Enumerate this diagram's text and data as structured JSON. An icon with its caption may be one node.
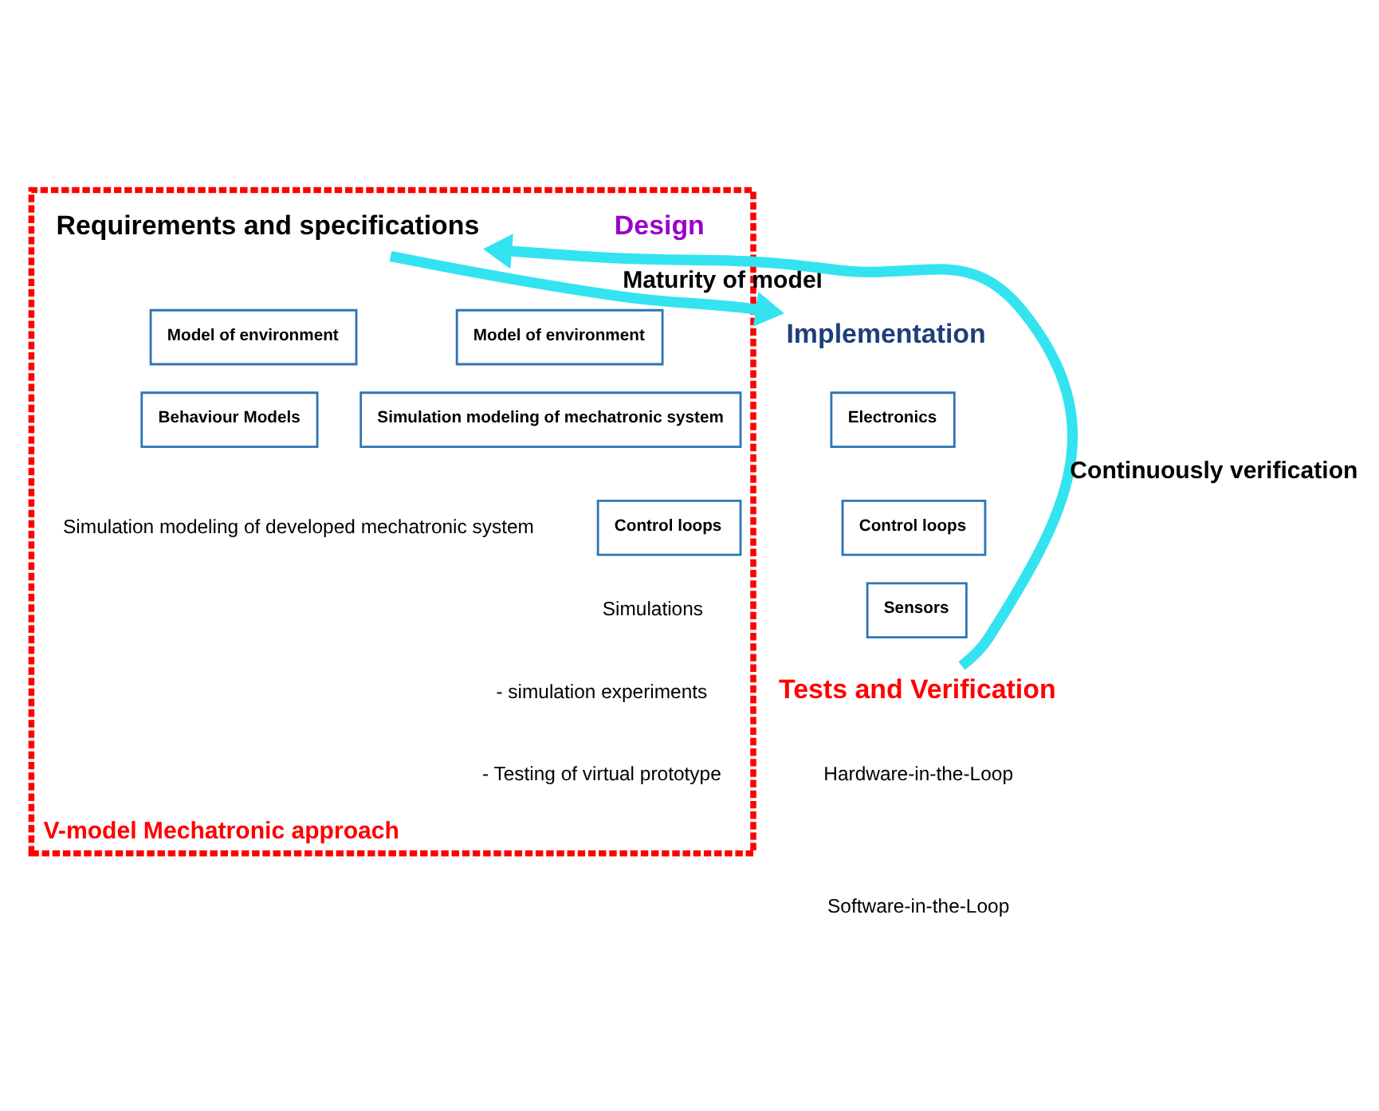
{
  "diagram": {
    "nodes": [
      {
        "text": [
          "V-model Mechatronic approach"
        ]
      },
      {
        "text": [
          "Requirements and specifications"
        ],
        "in": 0
      },
      {
        "text": [
          "Model of environment"
        ],
        "in": 0
      },
      {
        "text": [
          "Behaviour Models"
        ],
        "in": 0
      },
      {
        "text": [
          "Model of environment"
        ],
        "in": 0
      },
      {
        "text": [
          "Simulation modeling of mechatronic system"
        ],
        "in": 0
      },
      {
        "text": [
          "Control loops"
        ],
        "in": 0
      },
      {
        "text": [
          "Implementation"
        ]
      },
      {
        "text": [
          "Electronics"
        ]
      },
      {
        "text": [
          "Control loops"
        ]
      },
      {
        "text": [
          "Sensors"
        ]
      },
      {
        "text": [
          "Tests and Verification"
        ]
      }
    ],
    "edges": [
      {
        "from": 1,
        "to": 7,
        "arrow": "to",
        "label": "Maturity of model",
        "color": "#33e3f0"
      },
      {
        "from": 11,
        "to": 1,
        "arrow": "to",
        "label": "Continuously verification",
        "color": "#33e3f0"
      }
    ],
    "labels": [
      "Simulation modeling of developed mechatronic system",
      "Design",
      "Simulations",
      "- simulation experiments",
      "- Testing of virtual prototype",
      "Hardware-in-the-Loop",
      "Software-in-the-Loop"
    ]
  }
}
